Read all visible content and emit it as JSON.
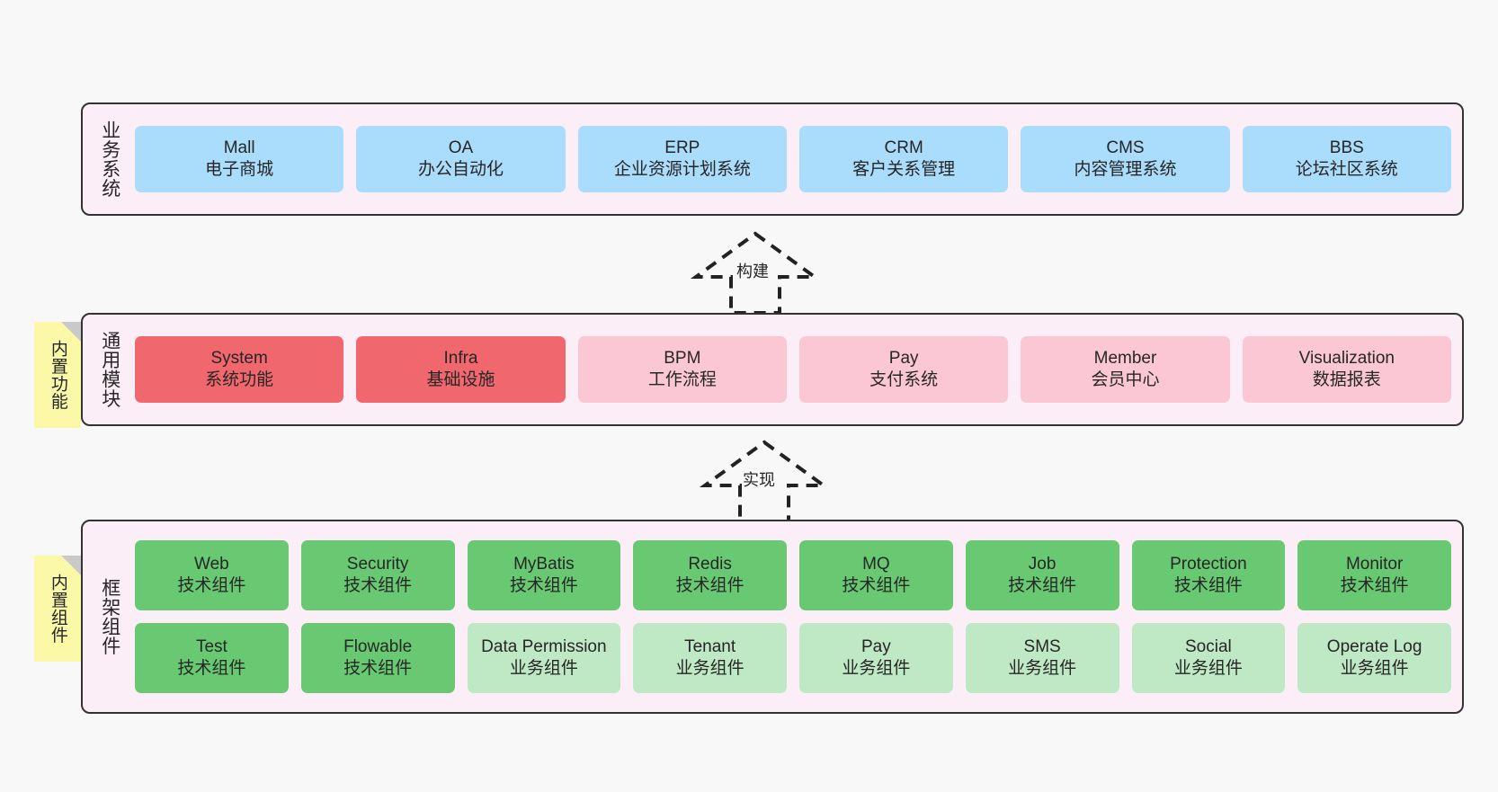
{
  "diagram": {
    "background_color": "#f8f8f8",
    "panel_color": "#fbeef6",
    "panel_border_color": "#333333"
  },
  "notes": [
    {
      "name": "builtin-function",
      "text": "内置功能",
      "color": "#fbf8a8"
    },
    {
      "name": "builtin-component",
      "text": "内置组件",
      "color": "#fbf8a8"
    }
  ],
  "connectors": [
    {
      "name": "build",
      "label": "构建",
      "style": "dashed-generalization"
    },
    {
      "name": "implement",
      "label": "实现",
      "style": "dashed-generalization"
    }
  ],
  "sections": [
    {
      "id": "business",
      "title": "业务系统",
      "rows": [
        [
          {
            "name": "mall",
            "line1": "Mall",
            "line2": "电子商城",
            "color": "#aadcfb"
          },
          {
            "name": "oa",
            "line1": "OA",
            "line2": "办公自动化",
            "color": "#aadcfb"
          },
          {
            "name": "erp",
            "line1": "ERP",
            "line2": "企业资源计划系统",
            "color": "#aadcfb"
          },
          {
            "name": "crm",
            "line1": "CRM",
            "line2": "客户关系管理",
            "color": "#aadcfb"
          },
          {
            "name": "cms",
            "line1": "CMS",
            "line2": "内容管理系统",
            "color": "#aadcfb"
          },
          {
            "name": "bbs",
            "line1": "BBS",
            "line2": "论坛社区系统",
            "color": "#aadcfb"
          }
        ]
      ]
    },
    {
      "id": "modules",
      "title": "通用模块",
      "rows": [
        [
          {
            "name": "system",
            "line1": "System",
            "line2": "系统功能",
            "color": "#f0676d"
          },
          {
            "name": "infra",
            "line1": "Infra",
            "line2": "基础设施",
            "color": "#f0676d"
          },
          {
            "name": "bpm",
            "line1": "BPM",
            "line2": "工作流程",
            "color": "#fbc7d4"
          },
          {
            "name": "pay",
            "line1": "Pay",
            "line2": "支付系统",
            "color": "#fbc7d4"
          },
          {
            "name": "member",
            "line1": "Member",
            "line2": "会员中心",
            "color": "#fbc7d4"
          },
          {
            "name": "visualization",
            "line1": "Visualization",
            "line2": "数据报表",
            "color": "#fbc7d4"
          }
        ]
      ]
    },
    {
      "id": "framework",
      "title": "框架组件",
      "rows": [
        [
          {
            "name": "web",
            "line1": "Web",
            "line2": "技术组件",
            "color": "#68c972"
          },
          {
            "name": "security",
            "line1": "Security",
            "line2": "技术组件",
            "color": "#68c972"
          },
          {
            "name": "mybatis",
            "line1": "MyBatis",
            "line2": "技术组件",
            "color": "#68c972"
          },
          {
            "name": "redis",
            "line1": "Redis",
            "line2": "技术组件",
            "color": "#68c972"
          },
          {
            "name": "mq",
            "line1": "MQ",
            "line2": "技术组件",
            "color": "#68c972"
          },
          {
            "name": "job",
            "line1": "Job",
            "line2": "技术组件",
            "color": "#68c972"
          },
          {
            "name": "protection",
            "line1": "Protection",
            "line2": "技术组件",
            "color": "#68c972"
          },
          {
            "name": "monitor",
            "line1": "Monitor",
            "line2": "技术组件",
            "color": "#68c972"
          }
        ],
        [
          {
            "name": "test",
            "line1": "Test",
            "line2": "技术组件",
            "color": "#68c972"
          },
          {
            "name": "flowable",
            "line1": "Flowable",
            "line2": "技术组件",
            "color": "#68c972"
          },
          {
            "name": "data-permission",
            "line1": "Data Permission",
            "line2": "业务组件",
            "color": "#bfe8c5",
            "wrap": true
          },
          {
            "name": "tenant",
            "line1": "Tenant",
            "line2": "业务组件",
            "color": "#bfe8c5"
          },
          {
            "name": "pay",
            "line1": "Pay",
            "line2": "业务组件",
            "color": "#bfe8c5"
          },
          {
            "name": "sms",
            "line1": "SMS",
            "line2": "业务组件",
            "color": "#bfe8c5"
          },
          {
            "name": "social",
            "line1": "Social",
            "line2": "业务组件",
            "color": "#bfe8c5"
          },
          {
            "name": "operate-log",
            "line1": "Operate Log",
            "line2": "业务组件",
            "color": "#bfe8c5"
          }
        ]
      ]
    }
  ]
}
